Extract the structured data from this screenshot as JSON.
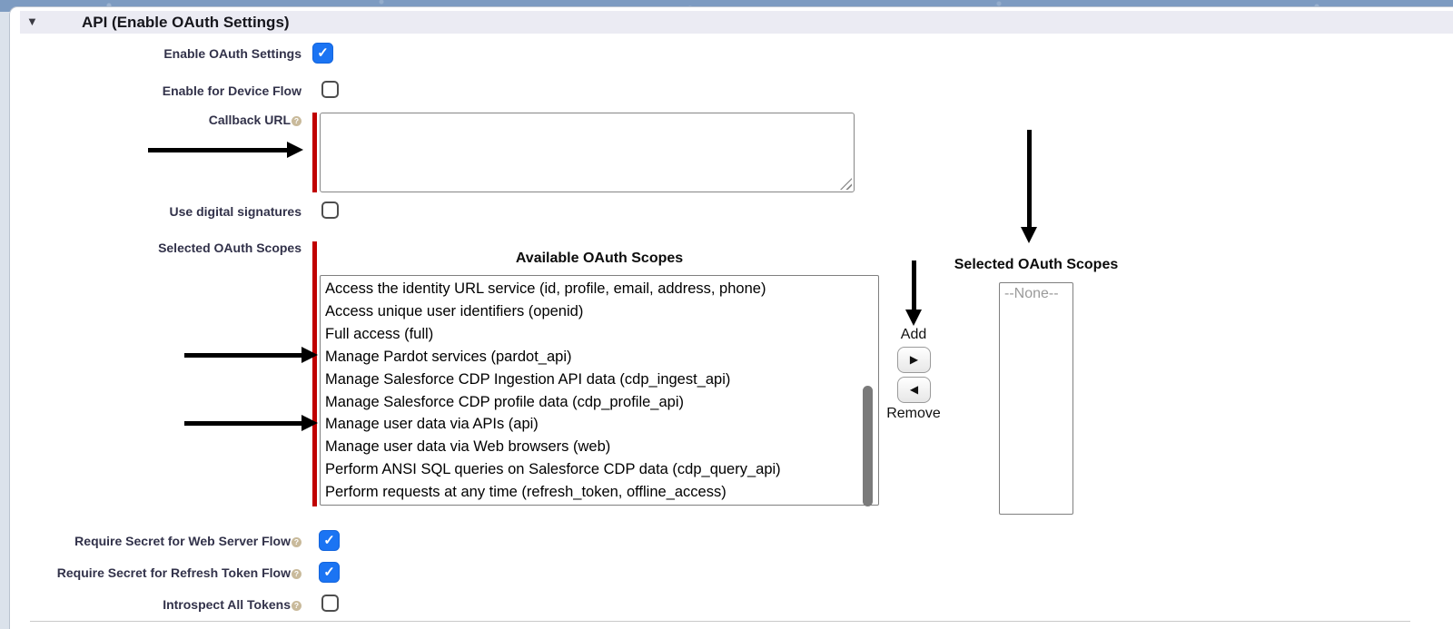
{
  "colors": {
    "checkbox_blue": "#1b74f3",
    "required_red": "#c00000",
    "section_header_bg": "#ebebf3",
    "top_strip_blue": "#7d9bc1",
    "label_text": "#32324a",
    "none_text": "#9a9a9a"
  },
  "glyphs": {
    "check": "✓",
    "collapse": "▼",
    "add": "▶",
    "remove": "◀",
    "help": "?"
  },
  "section": {
    "title": "API (Enable OAuth Settings)"
  },
  "fields": {
    "enable_oauth": {
      "label": "Enable OAuth Settings",
      "checked": true
    },
    "device_flow": {
      "label": "Enable for Device Flow",
      "checked": false
    },
    "callback_url": {
      "label": "Callback URL",
      "value": "",
      "required": true
    },
    "digital_signatures": {
      "label": "Use digital signatures",
      "checked": false
    },
    "selected_scopes": {
      "label": "Selected OAuth Scopes",
      "required": true
    },
    "require_secret_web": {
      "label": "Require Secret for Web Server Flow",
      "checked": true
    },
    "require_secret_refresh": {
      "label": "Require Secret for Refresh Token Flow",
      "checked": true
    },
    "introspect_tokens": {
      "label": "Introspect All Tokens",
      "checked": false
    }
  },
  "scopes": {
    "available_header": "Available OAuth Scopes",
    "selected_header": "Selected OAuth Scopes",
    "available_items": [
      "Access the identity URL service (id, profile, email, address, phone)",
      "Access unique user identifiers (openid)",
      "Full access (full)",
      "Manage Pardot services (pardot_api)",
      "Manage Salesforce CDP Ingestion API data (cdp_ingest_api)",
      "Manage Salesforce CDP profile data (cdp_profile_api)",
      "Manage user data via APIs (api)",
      "Manage user data via Web browsers (web)",
      "Perform ANSI SQL queries on Salesforce CDP data (cdp_query_api)",
      "Perform requests at any time (refresh_token, offline_access)"
    ],
    "selected_placeholder": "--None--",
    "add_label": "Add",
    "remove_label": "Remove"
  }
}
